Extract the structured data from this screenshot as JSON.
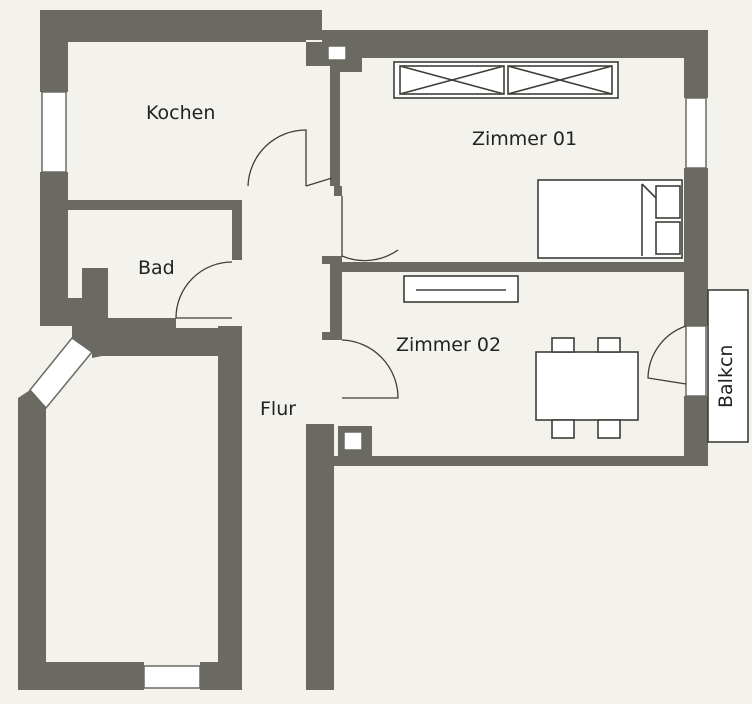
{
  "floorplan": {
    "rooms": [
      {
        "key": "kochen",
        "label": "Kochen"
      },
      {
        "key": "zimmer01",
        "label": "Zimmer 01"
      },
      {
        "key": "bad",
        "label": "Bad"
      },
      {
        "key": "zimmer02",
        "label": "Zimmer 02"
      },
      {
        "key": "flur",
        "label": "Flur"
      },
      {
        "key": "balkon",
        "label": "Balkcn"
      }
    ],
    "colors": {
      "background": "#f3f2ec",
      "wall": "#6b6a62",
      "window": "#ffffff",
      "line": "#3f3e39"
    }
  }
}
